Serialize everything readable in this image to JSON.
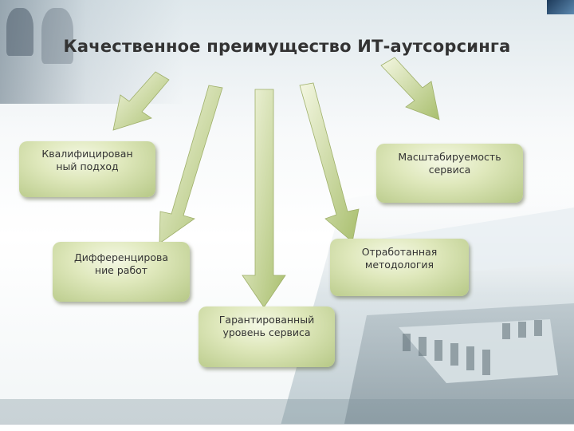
{
  "slide": {
    "title": "Качественное преимущество ИТ-аутсорсинга"
  },
  "diagram": {
    "nodes": [
      {
        "id": "qualified",
        "label": "Квалифицирован\nный подход"
      },
      {
        "id": "scalability",
        "label": "Масштабируемость\nсервиса"
      },
      {
        "id": "differentiation",
        "label": "Дифференцирова\nние работ"
      },
      {
        "id": "methodology",
        "label": "Отработанная\nметодология"
      },
      {
        "id": "service-level",
        "label": "Гарантированный\nуровень сервиса"
      }
    ]
  },
  "colors": {
    "node_fill": "#dfe8bc",
    "arrow_fill": "#bccf87",
    "title_text": "#333333"
  }
}
